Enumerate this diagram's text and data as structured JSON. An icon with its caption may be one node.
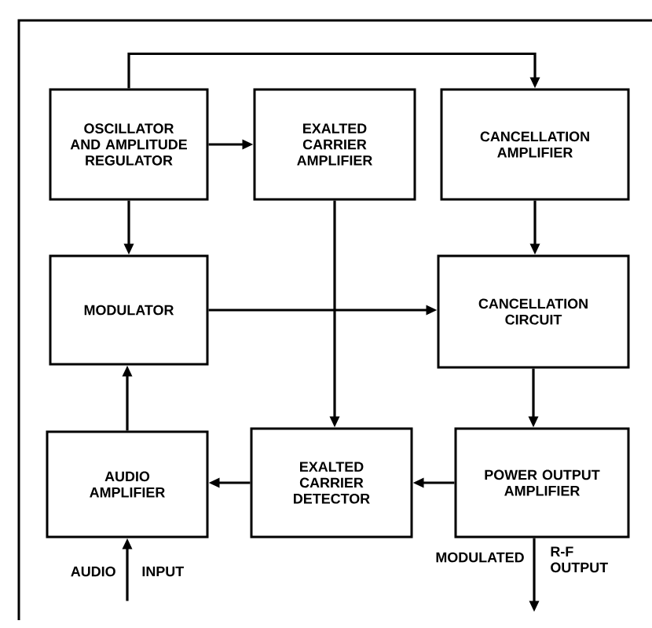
{
  "diagram": {
    "nodes": [
      {
        "text": [
          "OSCILLATOR AND AMPLITUDE REGULATOR"
        ]
      },
      {
        "text": [
          "EXALTED CARRIER AMPLIFIER"
        ]
      },
      {
        "text": [
          "CANCELLATION AMPLIFIER"
        ]
      },
      {
        "text": [
          "MODULATOR"
        ]
      },
      {
        "text": [
          "CANCELLATION CIRCUIT"
        ]
      },
      {
        "text": [
          "AUDIO AMPLIFIER"
        ]
      },
      {
        "text": [
          "EXALTED CARRIER DETECTOR"
        ]
      },
      {
        "text": [
          "POWER OUTPUT AMPLIFIER"
        ]
      }
    ],
    "edges": [
      {
        "from": 0,
        "to": 2,
        "arrow": "to"
      },
      {
        "from": 0,
        "to": 1,
        "arrow": "to"
      },
      {
        "from": 0,
        "to": 3,
        "arrow": "to"
      },
      {
        "from": 2,
        "to": 4,
        "arrow": "to"
      },
      {
        "from": 3,
        "to": 4,
        "arrow": "to"
      },
      {
        "from": 1,
        "to": 6,
        "arrow": "to"
      },
      {
        "from": 4,
        "to": 7,
        "arrow": "to"
      },
      {
        "from": 7,
        "to": 6,
        "arrow": "to"
      },
      {
        "from": 6,
        "to": 5,
        "arrow": "to"
      },
      {
        "from": 5,
        "to": 3,
        "arrow": "to"
      },
      {
        "from": null,
        "to": 5,
        "arrow": "to"
      },
      {
        "from": 7,
        "to": null,
        "arrow": "to"
      }
    ],
    "labels": [
      "AUDIO",
      "INPUT",
      "MODULATED",
      "R-F OUTPUT"
    ]
  }
}
